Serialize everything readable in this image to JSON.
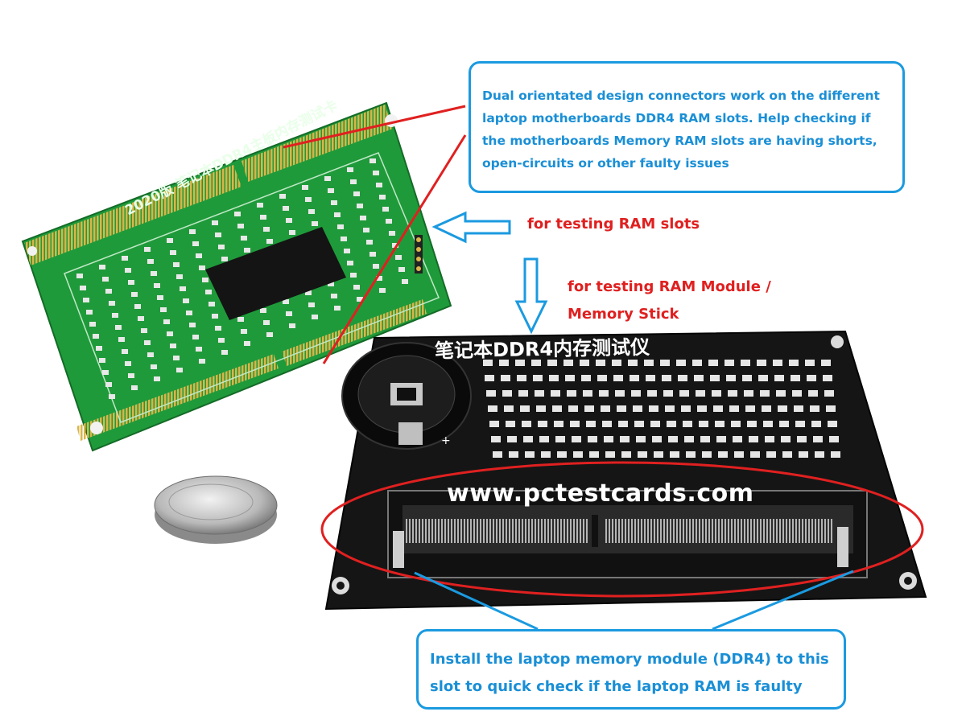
{
  "callouts": {
    "top": "Dual orientated design connectors work on the different laptop motherboards DDR4 RAM slots. Help checking if the motherboards Memory RAM slots are having shorts, open-circuits or other faulty issues",
    "bottom": "Install the laptop memory module (DDR4) to this slot to quick check if the laptop RAM is faulty"
  },
  "labels": {
    "testing_slots": "for testing RAM slots",
    "testing_module": "for testing RAM Module / Memory Stick"
  },
  "boards": {
    "green_card_title": "2020版 笔记本DDR4主板内存测试卡",
    "black_board_title": "笔记本DDR4内存测试仪"
  },
  "watermark": "www.pctestcards.com",
  "colors": {
    "callout_border": "#1b9ae0",
    "callout_text": "#1a8fd6",
    "label_red": "#e02020",
    "pcb_green": "#1f9a3a",
    "pcb_black": "#151515"
  },
  "icons": [
    "arrow-left-icon",
    "arrow-down-icon"
  ]
}
